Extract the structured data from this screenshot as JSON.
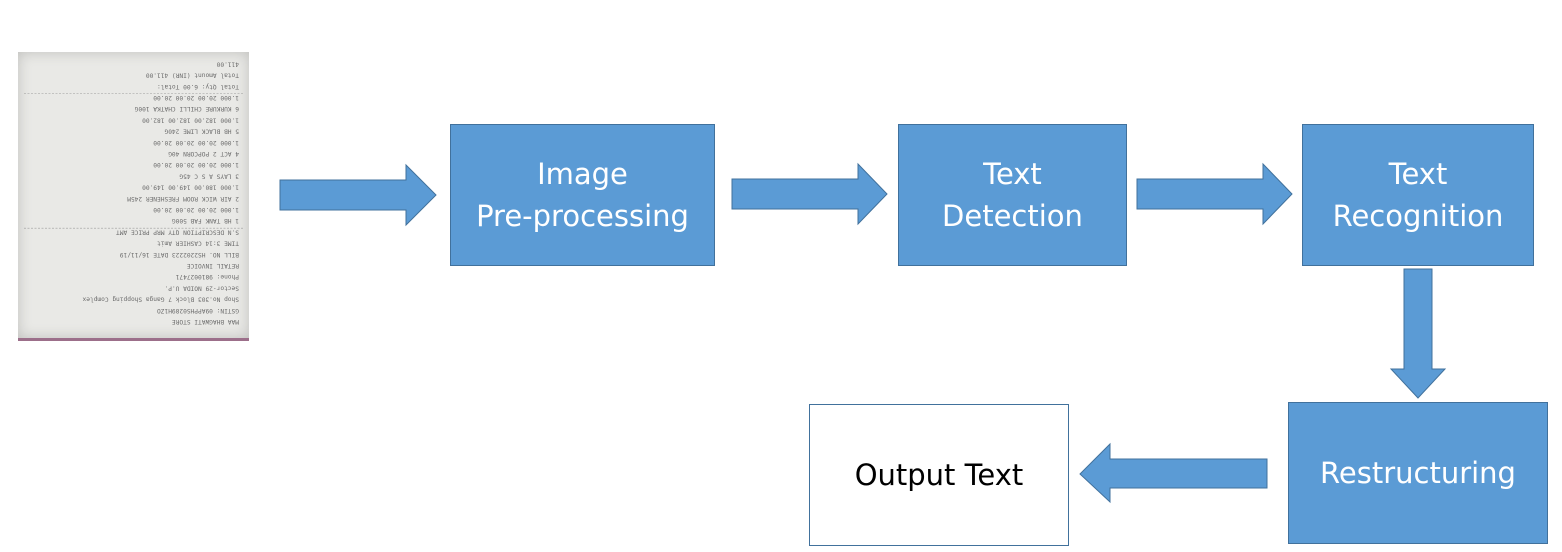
{
  "receipt_image": {
    "icon": "scanned-receipt-image",
    "text": [
      "MAA BHAGWATI STORE",
      "GSTIN: 09APPHS0289H1ZO",
      "Shop No.303 Block 7 Ganga Shopping Complex",
      "Sector-29 NOIDA U.P.",
      "Phone: 9810027471",
      "RETAIL INVOICE",
      "BILL NO.   HS2202223     DATE   16/11/19",
      "TIME  3:14      CASHIER   Amit",
      "S.N DESCRIPTION   QTY   MRP  PRICE   AMT",
      "1  HB TANK FAB 500G",
      "1.000     20.00    20.00     20.00",
      "2  AIR WICK ROOM FRESHENER 245M",
      "1.000    180.00   149.00    149.00",
      "3  LAYS A S C 45G",
      "1.000     20.00    20.00     20.00",
      "4  ACT 2 POPCORN 40G",
      "1.000     20.00    20.00     20.00",
      "5  HB BLACK LIME 240G",
      "1.000    182.00   182.00    182.00",
      "6  KURKURE CHILLI CHATKA 100G",
      "1.000     20.00    20.00     20.00",
      "Total Qty:   6.00    Total:",
      "Total Amount (INR)        411.00",
      "411.00"
    ]
  },
  "nodes": {
    "preprocessing": {
      "line1": "Image",
      "line2": "Pre-processing"
    },
    "detection": {
      "line1": "Text",
      "line2": "Detection"
    },
    "recognition": {
      "line1": "Text",
      "line2": "Recognition"
    },
    "restructuring": {
      "label": "Restructuring"
    },
    "output": {
      "label": "Output Text"
    }
  },
  "colors": {
    "box_fill": "#5b9bd5",
    "box_border": "#41719c",
    "arrow_fill": "#5b9bd5",
    "output_fill": "#ffffff",
    "text_light": "#ffffff",
    "text_dark": "#000000"
  }
}
